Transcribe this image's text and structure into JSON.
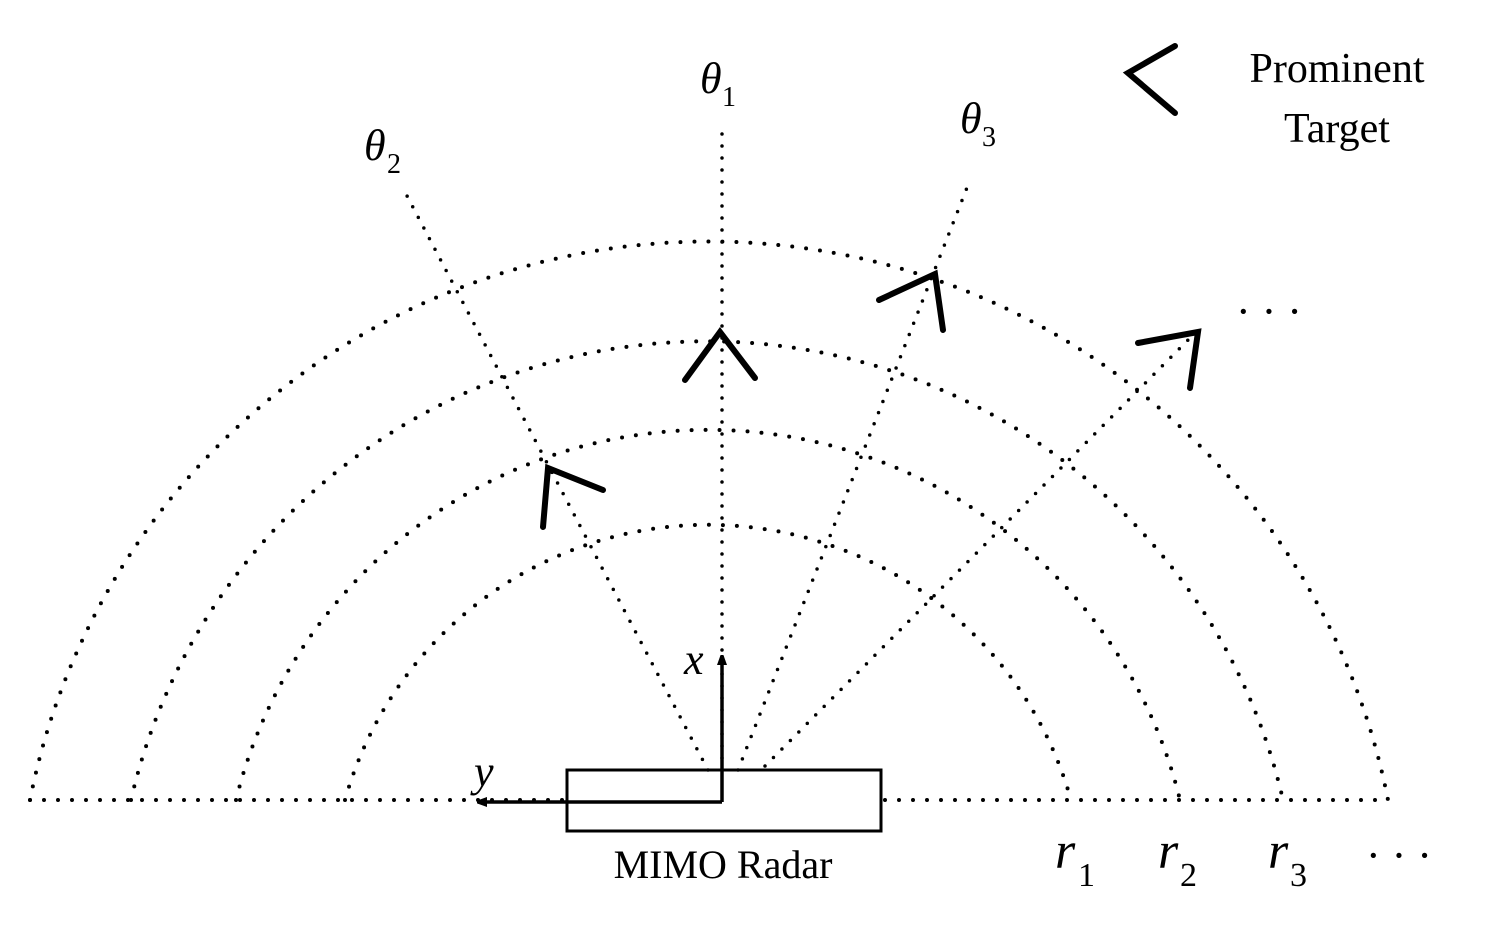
{
  "legend": {
    "line1": "Prominent",
    "line2": "Target"
  },
  "radar_label": "MIMO Radar",
  "axes": {
    "x_label": "x",
    "y_label": "y"
  },
  "angles": [
    {
      "symbol": "θ",
      "sub": "1"
    },
    {
      "symbol": "θ",
      "sub": "2"
    },
    {
      "symbol": "θ",
      "sub": "3"
    }
  ],
  "ranges": [
    {
      "symbol": "r",
      "sub": "1"
    },
    {
      "symbol": "r",
      "sub": "2"
    },
    {
      "symbol": "r",
      "sub": "3"
    }
  ],
  "ellipsis": "· · ·",
  "ellipsis_bottom": "· · ·"
}
